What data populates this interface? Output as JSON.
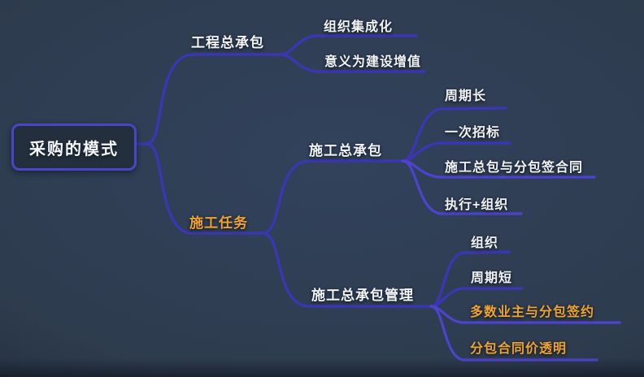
{
  "colors": {
    "background": "#2e3c4f",
    "connector": "#3c36b2",
    "connector_bright": "#4d43cf",
    "text_primary": "#f2f4f6",
    "text_accent": "#efa42f",
    "root_border": "#4a44c6",
    "root_fill": "#242f3d"
  },
  "mindmap": {
    "root": {
      "label": "采购的模式"
    },
    "branches": [
      {
        "label": "工程总承包",
        "children": [
          {
            "label": "组织集成化"
          },
          {
            "label": "意义为建设增值"
          }
        ]
      },
      {
        "label": "施工任务",
        "children": [
          {
            "label": "施工总承包",
            "children": [
              {
                "label": "周期长"
              },
              {
                "label": "一次招标"
              },
              {
                "label": "施工总包与分包签合同"
              },
              {
                "label": "执行+组织"
              }
            ]
          },
          {
            "label": "施工总承包管理",
            "children": [
              {
                "label": "组织"
              },
              {
                "label": "周期短"
              },
              {
                "label": "多数业主与分包签约"
              },
              {
                "label": "分包合同价透明"
              }
            ]
          }
        ]
      }
    ]
  }
}
